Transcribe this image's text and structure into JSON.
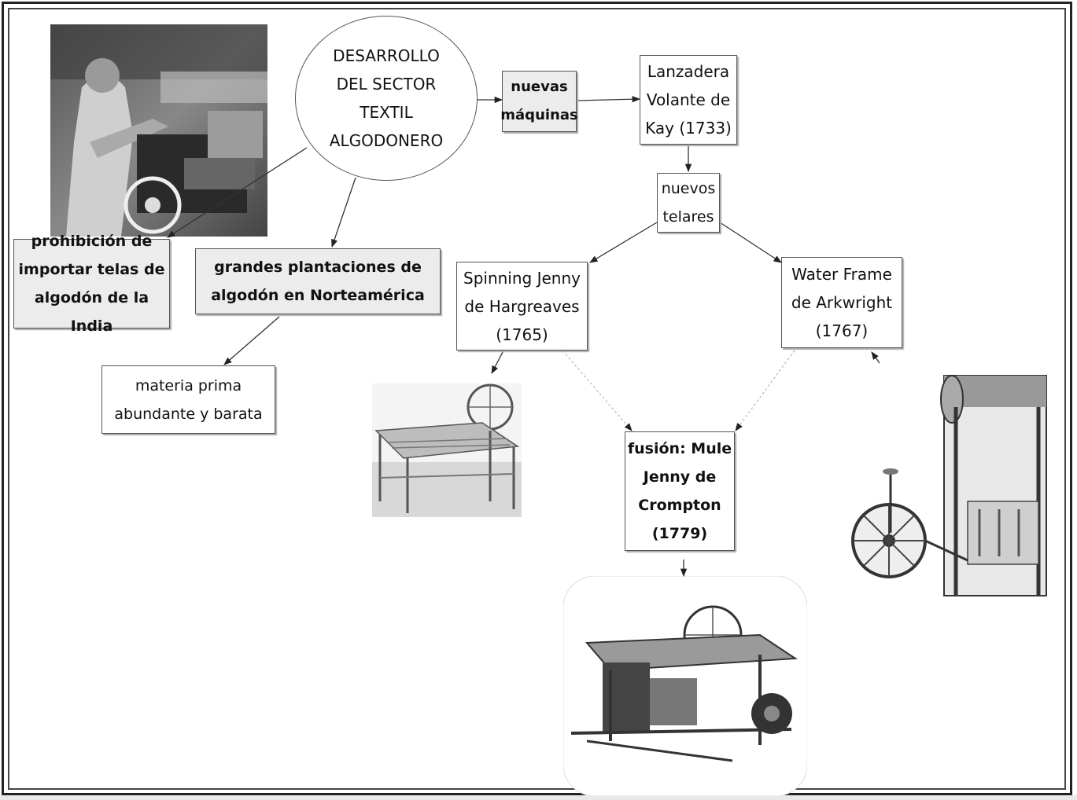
{
  "diagram": {
    "center": "DESARROLLO\nDEL SECTOR\nTEXTIL\nALGODONERO",
    "nuevas_maquinas": "nuevas\nmáquinas",
    "lanzadera": "Lanzadera\nVolante de\nKay (1733)",
    "nuevos_telares": "nuevos\ntelares",
    "spinning_jenny": "Spinning Jenny\nde Hargreaves\n(1765)",
    "water_frame": "Water Frame\nde Arkwright\n(1767)",
    "mule_jenny": "fusión: Mule\nJenny de\nCrompton\n(1779)",
    "prohibicion": "prohibición de\nimportar telas de\nalgodón de la India",
    "plantaciones": "grandes plantaciones de\nalgodón en Norteamérica",
    "materia_prima": "materia prima\nabundante y barata"
  },
  "colors": {
    "border": "#555555",
    "gray_fill": "#ececec",
    "line": "#333333"
  }
}
